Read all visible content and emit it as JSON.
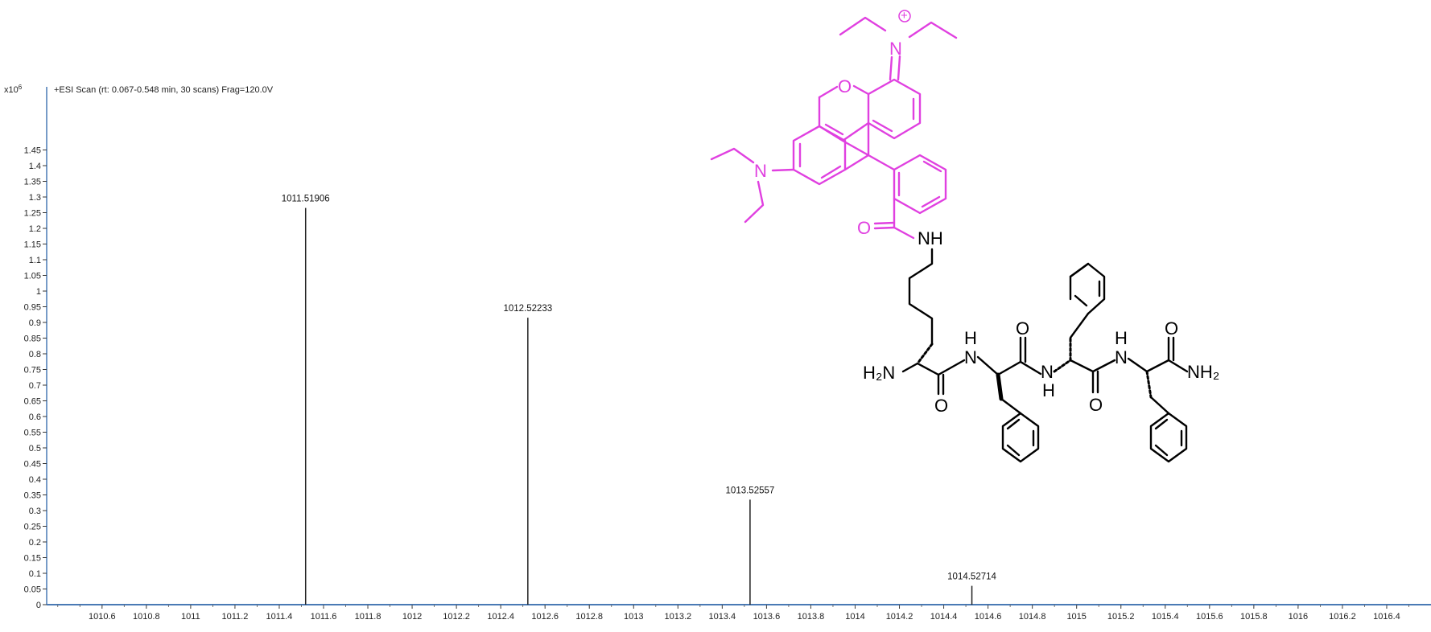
{
  "chart_data": {
    "type": "bar",
    "scan_header": "+ESI Scan (rt: 0.067-0.548 min, 30 scans) Frag=120.0V",
    "y_exponent_label": "x10",
    "y_exponent": "6",
    "ylim": [
      0,
      1.5
    ],
    "xlim": [
      1010.35,
      1016.6
    ],
    "y_ticks": [
      "0",
      "0.05",
      "0.1",
      "0.15",
      "0.2",
      "0.25",
      "0.3",
      "0.35",
      "0.4",
      "0.45",
      "0.5",
      "0.55",
      "0.6",
      "0.65",
      "0.7",
      "0.75",
      "0.8",
      "0.85",
      "0.9",
      "0.95",
      "1",
      "1.05",
      "1.1",
      "1.15",
      "1.2",
      "1.25",
      "1.3",
      "1.35",
      "1.4",
      "1.45"
    ],
    "x_ticks": [
      "1010.6",
      "1010.8",
      "1011",
      "1011.2",
      "1011.4",
      "1011.6",
      "1011.8",
      "1012",
      "1012.2",
      "1012.4",
      "1012.6",
      "1012.8",
      "1013",
      "1013.2",
      "1013.4",
      "1013.6",
      "1013.8",
      "1014",
      "1014.2",
      "1014.4",
      "1014.6",
      "1014.8",
      "1015",
      "1015.2",
      "1015.4",
      "1015.6",
      "1015.8",
      "1016",
      "1016.2",
      "1016.4"
    ],
    "peaks": [
      {
        "mz": 1011.51906,
        "intensity": 1.265,
        "label": "1011.51906"
      },
      {
        "mz": 1012.52233,
        "intensity": 0.915,
        "label": "1012.52233"
      },
      {
        "mz": 1013.52557,
        "intensity": 0.335,
        "label": "1013.52557"
      },
      {
        "mz": 1014.52714,
        "intensity": 0.06,
        "label": "1014.52714"
      }
    ],
    "grid": false,
    "colors": {
      "axis": "#4a7ab5",
      "peak": "#222222",
      "structure_dye": "#e040e0",
      "structure": "#000000"
    }
  },
  "structure_labels": {
    "n_plus": "N",
    "plus": "+",
    "o_ring": "O",
    "n_left": "N",
    "o_amide": "O",
    "nh_amide": "NH",
    "h2n": "H₂N",
    "nh_1": "H",
    "n_1": "N",
    "o_1": "O",
    "o_2": "O",
    "n_2": "N",
    "h_2": "H",
    "o_3": "O",
    "nh_3": "H",
    "n_3": "N",
    "o_4": "O",
    "nh2": "NH₂"
  }
}
